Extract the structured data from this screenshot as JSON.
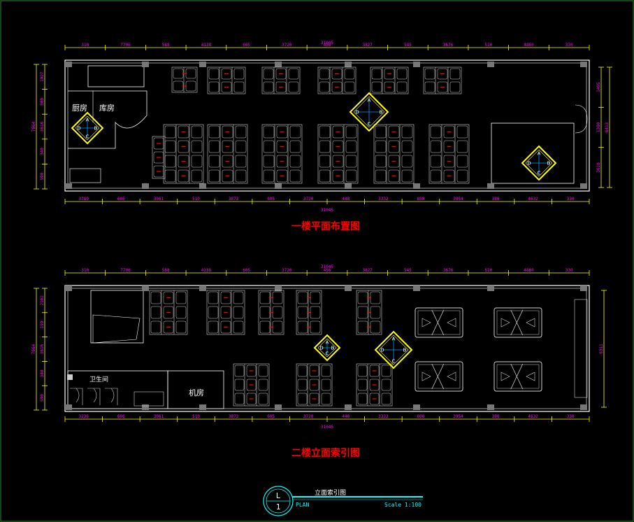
{
  "colors": {
    "background": "#000000",
    "frame": "#2a8a2a",
    "wall": "#ffffff",
    "dimension": "#ffff00",
    "dimension_text": "#ff00ff",
    "furniture": "#cfcfcf",
    "red_mark": "#ff0000",
    "title": "#ff0000",
    "index_marker": "#ffff00",
    "index_marker_inner": "#00a0ff",
    "legend_circle": "#00ffff"
  },
  "plan1": {
    "title": "一楼平面布置图",
    "total_width": "31045",
    "top_dims": [
      "310",
      "7706",
      "588",
      "4138",
      "605",
      "3720",
      "456",
      "3827",
      "545",
      "3676",
      "510",
      "4860",
      "330"
    ],
    "bottom_dims": [
      "3789",
      "606",
      "3061",
      "510",
      "3873",
      "605",
      "3720",
      "448",
      "3332",
      "800",
      "3954",
      "380",
      "4632",
      "330"
    ],
    "left_dims": [
      "1927",
      "500",
      "3616",
      "340",
      "590"
    ],
    "left_total": "7664",
    "right_dims": [
      "1495",
      "1300",
      "3618"
    ],
    "right_total": "6413",
    "rooms": {
      "kitchen": "厨房",
      "storage": "库房"
    }
  },
  "plan2": {
    "title": "二楼立面索引图",
    "total_width": "31045",
    "top_dims": [
      "310",
      "7706",
      "588",
      "4138",
      "605",
      "3720",
      "456",
      "3827",
      "545",
      "3676",
      "510",
      "4860",
      "330"
    ],
    "bottom_dims": [
      "3236",
      "606",
      "3061",
      "510",
      "3873",
      "605",
      "3720",
      "448",
      "3332",
      "800",
      "3954",
      "380",
      "4632",
      "330"
    ],
    "left_dims": [
      "2102",
      "159",
      "3616",
      "340",
      "590"
    ],
    "left_total": "7664",
    "right_total": "6311",
    "rooms": {
      "toilet": "卫生间",
      "machine": "机房"
    }
  },
  "legend": {
    "title": "立面索引图",
    "subtitle": "PLAN",
    "scale": "Scale 1:100",
    "number": "1",
    "top_mark": "L"
  },
  "index_markers": {
    "letters": [
      "A",
      "B",
      "C",
      "D"
    ]
  }
}
